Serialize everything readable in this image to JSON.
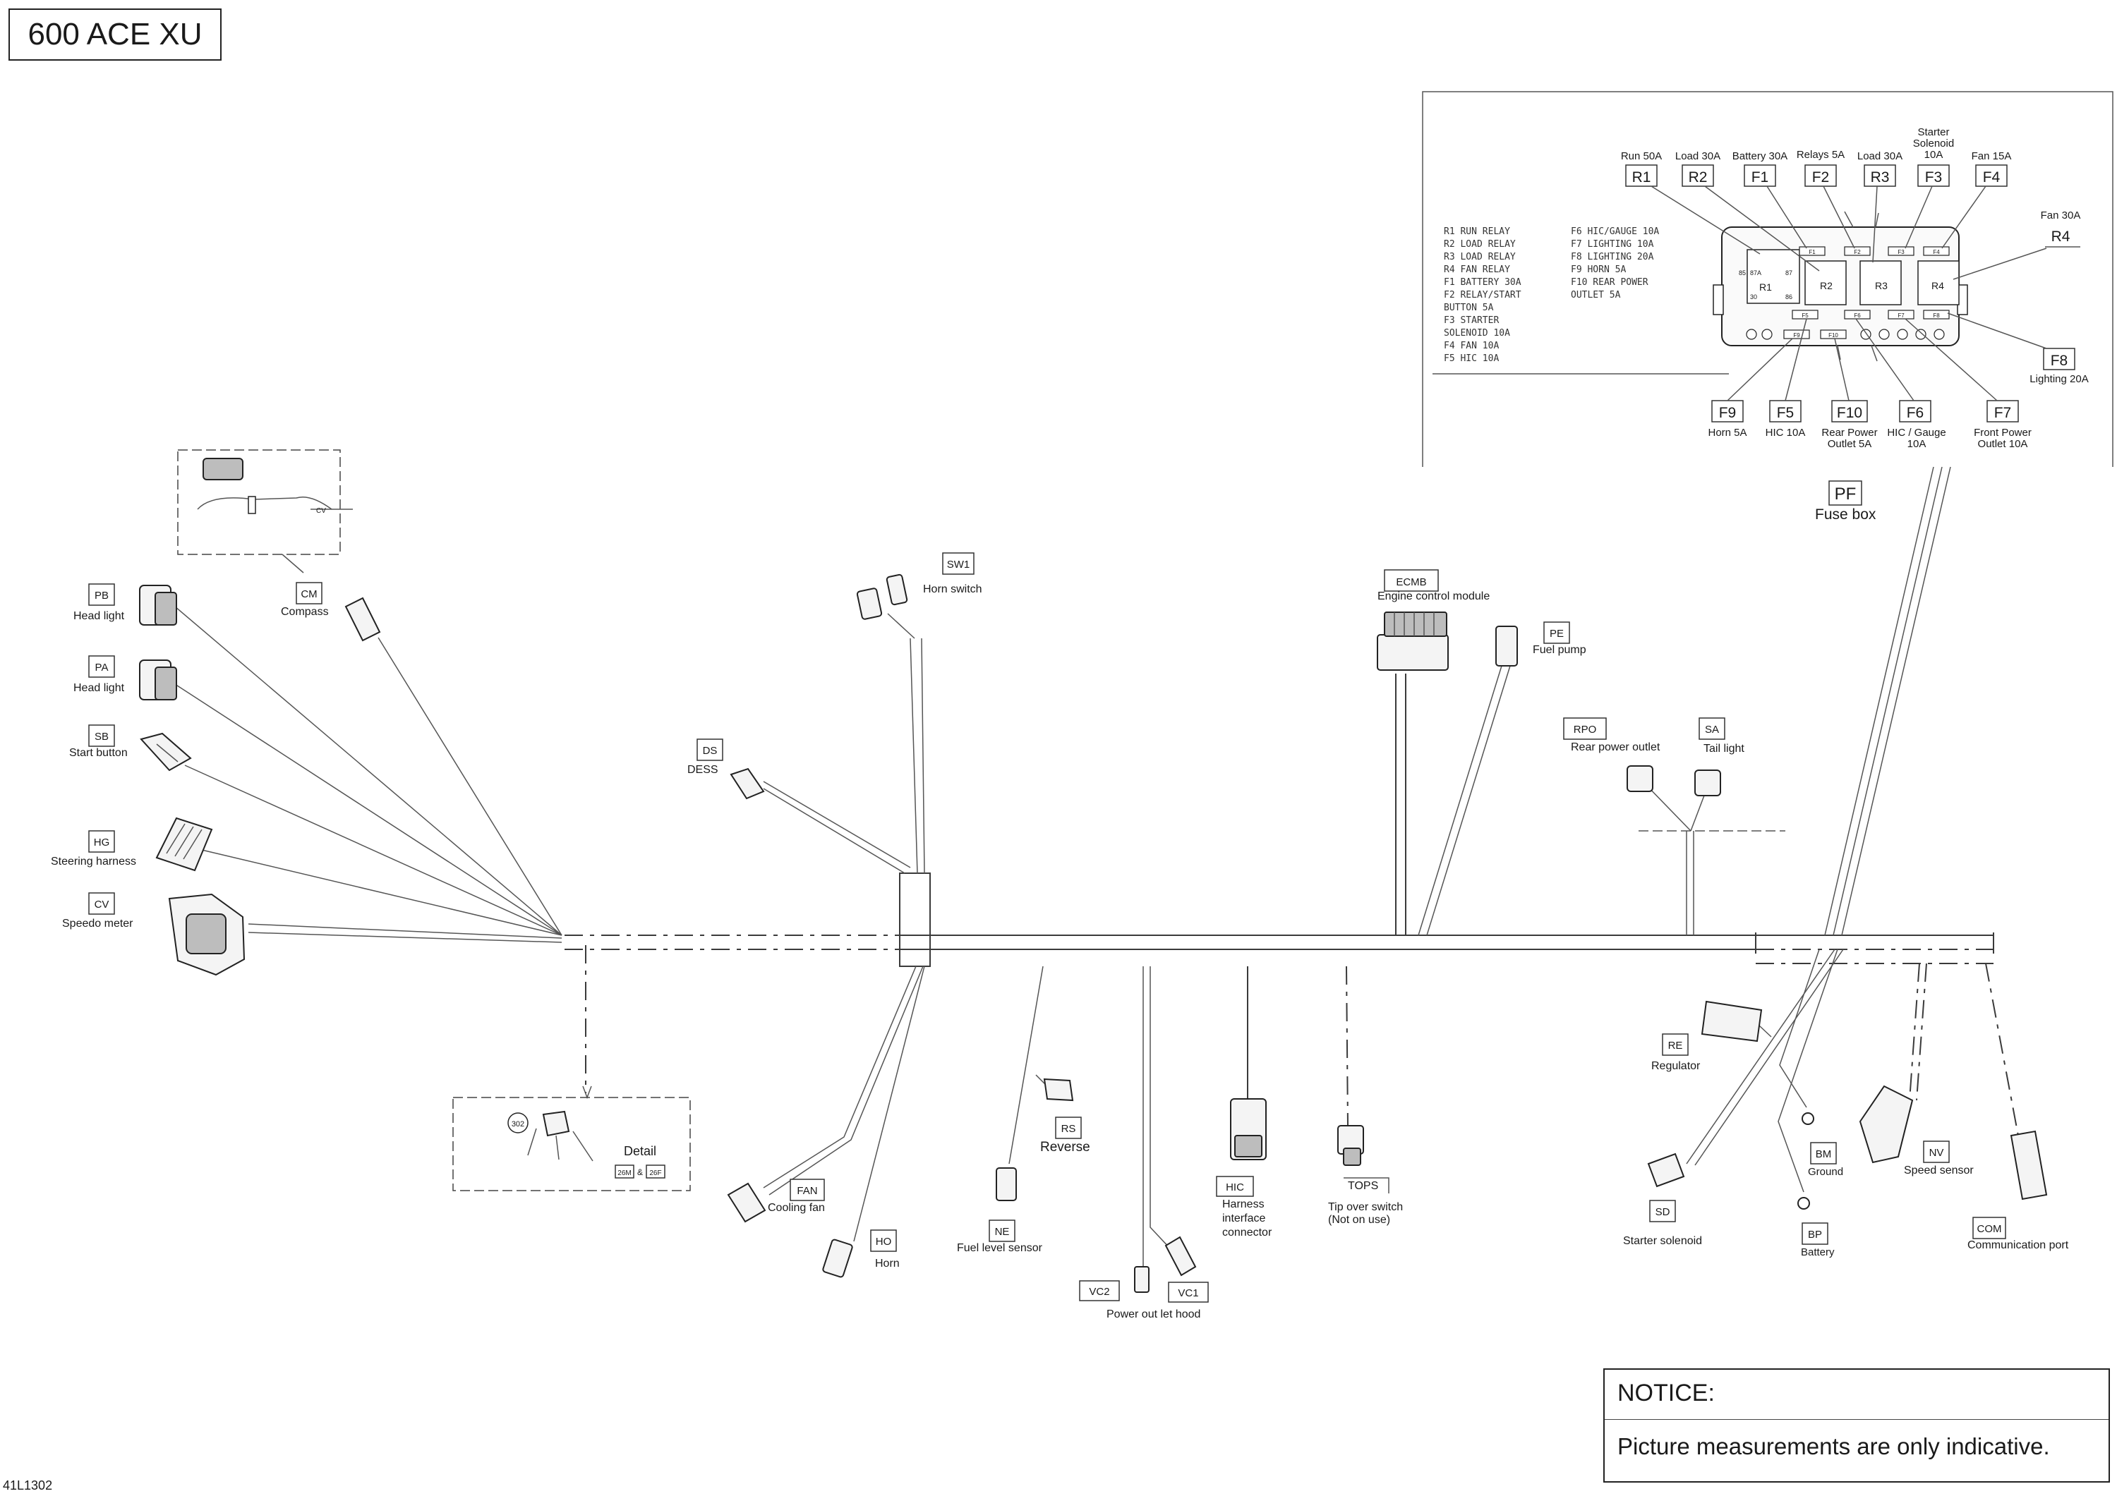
{
  "header": {
    "model": "600 ACE XU"
  },
  "notice": {
    "heading": "NOTICE:",
    "text": "Picture measurements are only indicative."
  },
  "reference": "41L1302",
  "fuse_box": {
    "code": "PF",
    "name": "Fuse box",
    "top_labels": [
      {
        "code": "R1",
        "rating": "Run 50A"
      },
      {
        "code": "R2",
        "rating": "Load 30A"
      },
      {
        "code": "F1",
        "rating": "Battery 30A"
      },
      {
        "code": "F2",
        "rating": "Relays 5A"
      },
      {
        "code": "R3",
        "rating": "Load 30A"
      },
      {
        "code": "F3",
        "rating": "10A",
        "rating_top": "Starter",
        "rating_mid": "Solenoid"
      },
      {
        "code": "F4",
        "rating": "Fan 15A"
      }
    ],
    "side_labels": [
      {
        "code": "R4",
        "rating": "Fan 30A"
      },
      {
        "code": "F8",
        "rating": "Lighting 20A"
      }
    ],
    "bottom_labels": [
      {
        "code": "F9",
        "rating": "Horn 5A"
      },
      {
        "code": "F5",
        "rating": "HIC 10A"
      },
      {
        "code": "F10",
        "rating": "Rear Power",
        "rating2": "Outlet 5A"
      },
      {
        "code": "F6",
        "rating": "HIC / Gauge",
        "rating2": "10A"
      },
      {
        "code": "F7",
        "rating": "Front Power",
        "rating2": "Outlet 10A"
      }
    ],
    "legend_left": [
      "R1  RUN  RELAY",
      "R2  LOAD  RELAY",
      "R3  LOAD  RELAY",
      "R4  FAN  RELAY",
      "F1  BATTERY  30A",
      "F2  RELAY/START",
      "      BUTTON  5A",
      "F3  STARTER",
      "      SOLENOID  10A",
      "F4  FAN  10A",
      "F5  HIC  10A"
    ],
    "legend_right": [
      "F6  HIC/GAUGE  10A",
      "F7  LIGHTING  10A",
      "F8  LIGHTING  20A",
      "F9  HORN  5A",
      "F10  REAR  POWER",
      "        OUTLET  5A"
    ],
    "slot_marks": [
      "F1",
      "F2",
      "F3",
      "F4",
      "F5",
      "F10",
      "F6",
      "F7",
      "F8",
      "F9"
    ],
    "relay_text": {
      "r1": "R1",
      "r2": "R2",
      "r3": "R3",
      "r4": "R4",
      "p1": "87A",
      "p2": "87",
      "p3": "30",
      "p4": "86",
      "p5": "85"
    }
  },
  "connectors": {
    "pb": {
      "code": "PB",
      "name": "Head light"
    },
    "pa": {
      "code": "PA",
      "name": "Head light"
    },
    "sb": {
      "code": "SB",
      "name": "Start button"
    },
    "hg": {
      "code": "HG",
      "name": "Steering harness"
    },
    "cv": {
      "code": "CV",
      "name": "Speedo meter"
    },
    "cm": {
      "code": "CM",
      "name": "Compass"
    },
    "ds": {
      "code": "DS",
      "name": "DESS"
    },
    "sw1": {
      "code": "SW1",
      "name": "Horn switch"
    },
    "ecmb": {
      "code": "ECMB",
      "name": "Engine control module"
    },
    "pe": {
      "code": "PE",
      "name": "Fuel pump"
    },
    "rpo": {
      "code": "RPO",
      "name": "Rear power outlet"
    },
    "sa": {
      "code": "SA",
      "name": "Tail light"
    },
    "fan": {
      "code": "FAN",
      "name": "Cooling fan"
    },
    "ho": {
      "code": "HO",
      "name": "Horn"
    },
    "ne": {
      "code": "NE",
      "name": "Fuel level sensor"
    },
    "rs": {
      "code": "RS",
      "name": "Reverse"
    },
    "vc2": {
      "code": "VC2"
    },
    "vc1": {
      "code": "VC1",
      "name": "Power out let hood"
    },
    "hic": {
      "code": "HIC",
      "name1": "Harness",
      "name2": "interface",
      "name3": "connector"
    },
    "tops": {
      "code": "TOPS",
      "name1": "Tip over switch",
      "name2": "(Not on use)"
    },
    "re": {
      "code": "RE",
      "name": "Regulator"
    },
    "sd": {
      "code": "SD",
      "name": "Starter solenoid"
    },
    "bm": {
      "code": "BM",
      "name": "Ground"
    },
    "bp": {
      "code": "BP",
      "name": "Battery"
    },
    "nv": {
      "code": "NV",
      "name": "Speed sensor"
    },
    "com": {
      "code": "COM",
      "name": "Communication port"
    }
  },
  "details": {
    "cm_detail_tag": "CV",
    "detail_label": "Detail",
    "detail_callout": "302",
    "detail_tag_a": "26M",
    "detail_amp": "&",
    "detail_tag_b": "26F"
  }
}
